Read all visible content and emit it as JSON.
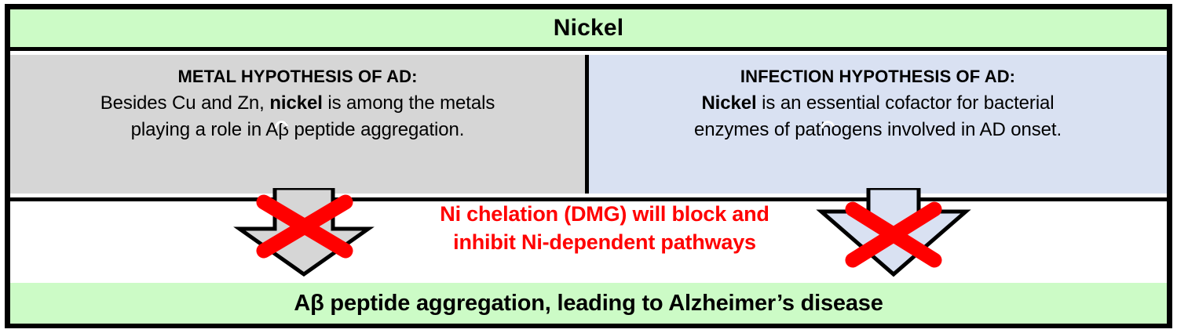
{
  "header": {
    "title": "Nickel"
  },
  "panels": [
    {
      "id": "metal-hypothesis",
      "heading": "METAL HYPOTHESIS OF AD:",
      "body_line1_pre": "Besides Cu and Zn, ",
      "body_line1_bold": "nickel",
      "body_line1_post": " is among the metals",
      "body_line2": "playing a role in Aβ peptide aggregation.",
      "background_color": "#D6D6D6"
    },
    {
      "id": "infection-hypothesis",
      "heading": "INFECTION HYPOTHESIS OF AD:",
      "body_line1_pre": "",
      "body_line1_bold": "Nickel",
      "body_line1_post": " is an essential cofactor for bacterial",
      "body_line2": "enzymes of pathogens involved  in AD onset.",
      "background_color": "#D9E1F2"
    }
  ],
  "middle": {
    "blocked_message_line1": "Ni chelation (DMG) will block and",
    "blocked_message_line2": "inhibit Ni-dependent pathways",
    "text_color": "#FF0000",
    "arrows": [
      {
        "id": "metal-pathway-arrow",
        "fill_color": "#D6D6D6",
        "blocked": true,
        "block_marker": "red-x-cross"
      },
      {
        "id": "infection-pathway-arrow",
        "fill_color": "#D9E1F2",
        "blocked": true,
        "block_marker": "red-x-cross"
      }
    ]
  },
  "footer": {
    "title": "Aβ peptide aggregation, leading to Alzheimer’s disease",
    "background_color": "#CCFBC6"
  },
  "frame": {
    "border_color": "#000000"
  }
}
